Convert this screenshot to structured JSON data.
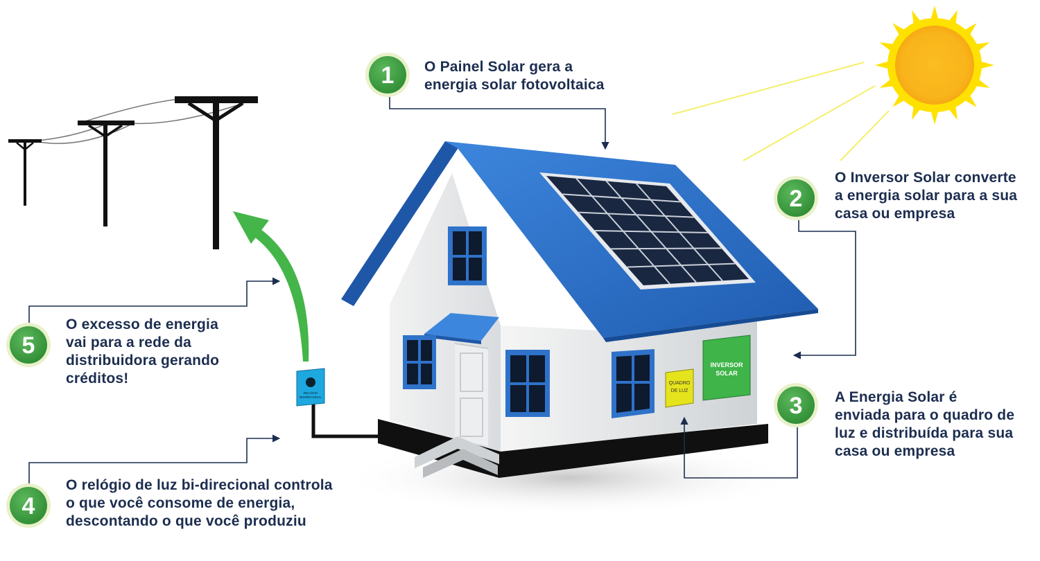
{
  "steps": [
    {
      "number": "1",
      "lines": [
        "O Painel Solar gera a",
        "energia solar fotovoltaica"
      ]
    },
    {
      "number": "2",
      "lines": [
        "O Inversor Solar converte",
        "a energia solar para a sua",
        "casa ou empresa"
      ]
    },
    {
      "number": "3",
      "lines": [
        "A Energia Solar é",
        "enviada para o quadro de",
        "luz e distribuída para sua",
        "casa ou empresa"
      ]
    },
    {
      "number": "4",
      "lines": [
        "O relógio de luz bi-direcional controla",
        "o que você consome de energia,",
        "descontando o que você produziu"
      ]
    },
    {
      "number": "5",
      "lines": [
        "O excesso de energia",
        "vai para a rede da",
        "distribuidora gerando",
        "créditos!"
      ]
    }
  ],
  "house_labels": {
    "inverter_line1": "INVERSOR",
    "inverter_line2": "SOLAR",
    "panel_line1": "QUADRO",
    "panel_line2": "DE LUZ",
    "meter_line1": "RELÓGIO",
    "meter_line2": "BIDIRECIONAL"
  },
  "colors": {
    "badge_green": "#3fa142",
    "badge_ring": "#e8f1c9",
    "text_navy": "#1c2d4f",
    "roof_blue": "#2f72c9",
    "sun_yellow": "#ffd400",
    "sun_orange": "#f9b51b",
    "inverter_green": "#3fb449",
    "panel_yellow": "#e5e31c",
    "meter_cyan": "#1ea8e0",
    "arrow_green": "#44b549"
  }
}
